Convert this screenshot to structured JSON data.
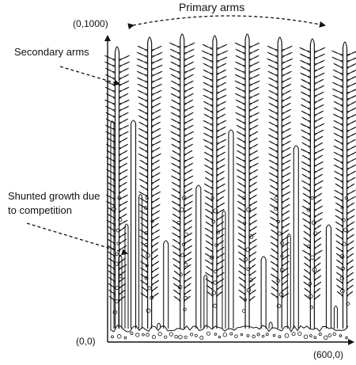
{
  "figure": {
    "origin_label": "(0,0)",
    "y_max_label": "(0,1000)",
    "x_max_label": "(600,0)",
    "annotations": {
      "primary_arms": "Primary arms",
      "secondary_arms": "Secondary arms",
      "shunted_line1": "Shunted growth due",
      "shunted_line2": "to  competition"
    },
    "primary_dendrite_count": 8,
    "colors": {
      "ink": "#111111",
      "background": "#ffffff"
    }
  }
}
